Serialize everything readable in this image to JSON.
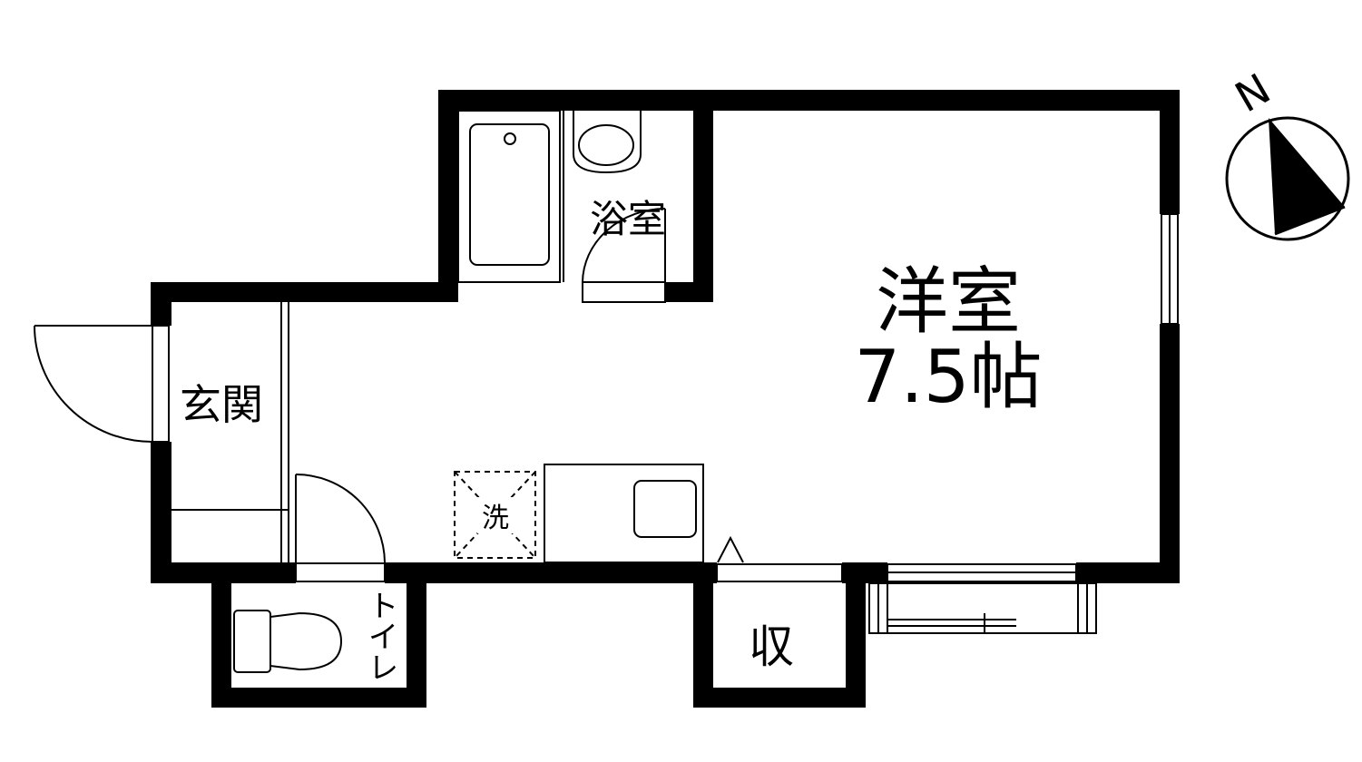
{
  "rooms": {
    "western_room_name": "洋室",
    "western_room_size": "7.5帖",
    "bathroom": "浴室",
    "entrance": "玄関",
    "toilet": "トイレ",
    "storage": "収",
    "washer": "洗"
  },
  "compass": {
    "north_label": "N"
  },
  "colors": {
    "wall": "#000000",
    "background": "#ffffff"
  }
}
